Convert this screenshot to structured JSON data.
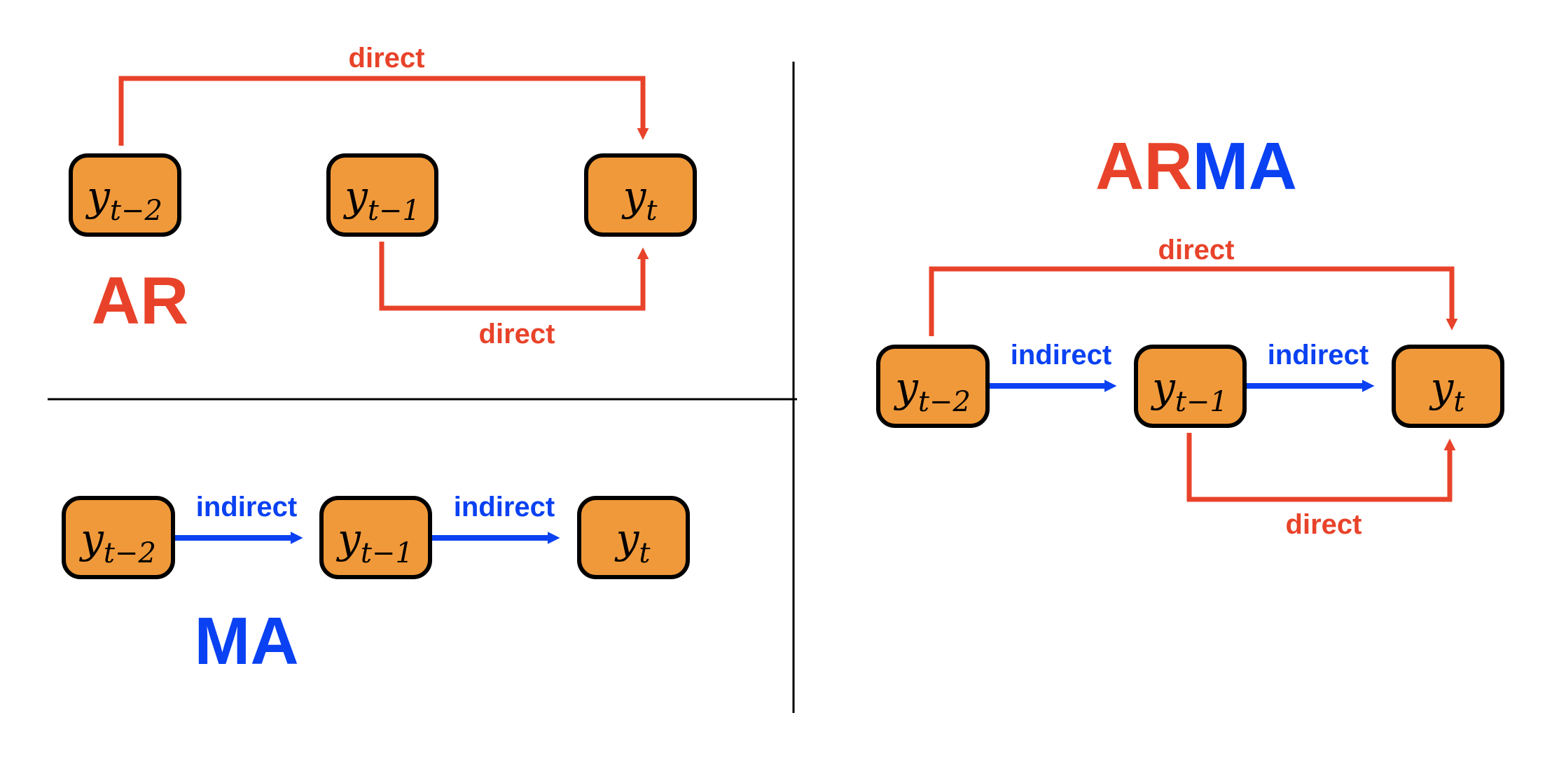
{
  "colors": {
    "ar": "#E8432A",
    "ma": "#0A41F2",
    "node_fill": "#F0993A",
    "node_stroke": "#000000",
    "divider": "#000000"
  },
  "node_labels": {
    "y": "y",
    "t_minus_2": "t−2",
    "t_minus_1": "t−1",
    "t": "t"
  },
  "ar": {
    "title": "AR",
    "label_top": "direct",
    "label_bottom": "direct"
  },
  "ma": {
    "title": "MA",
    "label_left": "indirect",
    "label_right": "indirect"
  },
  "arma": {
    "title_part_ar": "AR",
    "title_part_ma": "MA",
    "label_top": "direct",
    "label_left": "indirect",
    "label_right": "indirect",
    "label_bottom": "direct"
  }
}
